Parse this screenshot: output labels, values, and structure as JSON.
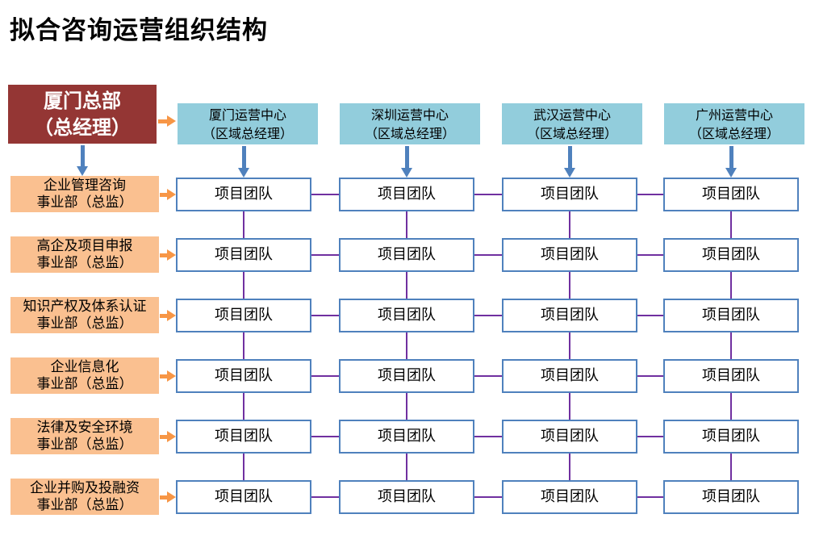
{
  "title": "拟合咨询运营组织结构",
  "headquarters": {
    "line1": "厦门总部",
    "line2": "（总经理）"
  },
  "centers": [
    {
      "line1": "厦门运营中心",
      "line2": "（区域总经理）"
    },
    {
      "line1": "深圳运营中心",
      "line2": "（区域总经理）"
    },
    {
      "line1": "武汉运营中心",
      "line2": "（区域总经理）"
    },
    {
      "line1": "广州运营中心",
      "line2": "（区域总经理）"
    }
  ],
  "divisions": [
    {
      "line1": "企业管理咨询",
      "line2": "事业部（总监）"
    },
    {
      "line1": "高企及项目申报",
      "line2": "事业部（总监）"
    },
    {
      "line1": "知识产权及体系认证",
      "line2": "事业部（总监）"
    },
    {
      "line1": "企业信息化",
      "line2": "事业部（总监）"
    },
    {
      "line1": "法律及安全环境",
      "line2": "事业部（总监）"
    },
    {
      "line1": "企业并购及投融资",
      "line2": "事业部（总监）"
    }
  ],
  "grid": {
    "team_label": "项目团队",
    "rows": 6,
    "columns": 4
  },
  "colors": {
    "headquarters_bg": "#943634",
    "headquarters_text": "#FFFFFF",
    "center_bg": "#92CDDC",
    "division_bg": "#FAC090",
    "team_bg": "#FFFFFF",
    "team_border": "#4F81BD",
    "connector": "#7030A0",
    "arrow_orange": "#F79646",
    "arrow_blue": "#4F81BD",
    "text": "#000000"
  }
}
